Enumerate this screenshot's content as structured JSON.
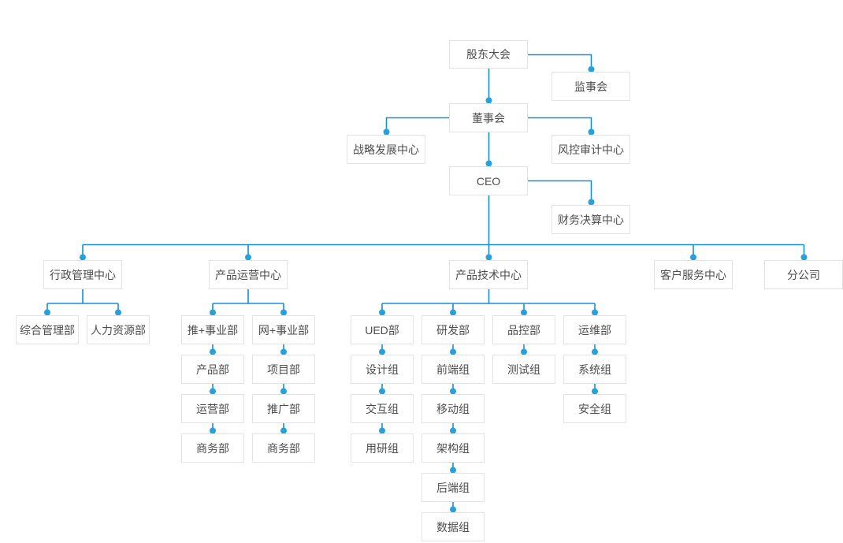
{
  "colors": {
    "line": "#1591d1",
    "dot": "#25a2db",
    "node_border": "#e3e3e3",
    "node_bg": "#ffffff",
    "node_text": "#4d4d4d",
    "page_bg": "#ffffff"
  },
  "org": {
    "nodes": {
      "shareholders_meeting": {
        "label": "股东大会"
      },
      "supervisory_board": {
        "label": "监事会"
      },
      "board_of_directors": {
        "label": "董事会"
      },
      "strategy_center": {
        "label": "战略发展中心"
      },
      "risk_audit_center": {
        "label": "风控审计中心"
      },
      "ceo": {
        "label": "CEO"
      },
      "finance_center": {
        "label": "财务决算中心"
      },
      "admin_center": {
        "label": "行政管理中心"
      },
      "general_mgmt_dept": {
        "label": "综合管理部"
      },
      "hr_dept": {
        "label": "人力资源部"
      },
      "product_ops_center": {
        "label": "产品运营中心"
      },
      "tui_division": {
        "label": "推+事业部"
      },
      "product_dept": {
        "label": "产品部"
      },
      "operations_dept": {
        "label": "运营部"
      },
      "business_dept_tui": {
        "label": "商务部"
      },
      "wang_division": {
        "label": "网+事业部"
      },
      "project_dept": {
        "label": "项目部"
      },
      "promotion_dept": {
        "label": "推广部"
      },
      "business_dept_wang": {
        "label": "商务部"
      },
      "product_tech_center": {
        "label": "产品技术中心"
      },
      "ued_dept": {
        "label": "UED部"
      },
      "design_group": {
        "label": "设计组"
      },
      "interaction_group": {
        "label": "交互组"
      },
      "user_research_group": {
        "label": "用研组"
      },
      "rd_dept": {
        "label": "研发部"
      },
      "frontend_group": {
        "label": "前端组"
      },
      "mobile_group": {
        "label": "移动组"
      },
      "architecture_group": {
        "label": "架构组"
      },
      "backend_group": {
        "label": "后端组"
      },
      "data_group": {
        "label": "数据组"
      },
      "qc_dept": {
        "label": "品控部"
      },
      "testing_group": {
        "label": "测试组"
      },
      "om_dept": {
        "label": "运维部"
      },
      "system_group": {
        "label": "系统组"
      },
      "security_group": {
        "label": "安全组"
      },
      "customer_service_center": {
        "label": "客户服务中心"
      },
      "branch_company": {
        "label": "分公司"
      }
    },
    "structure": {
      "shareholders_meeting": [
        "supervisory_board",
        "board_of_directors"
      ],
      "board_of_directors": [
        "strategy_center",
        "risk_audit_center",
        "ceo"
      ],
      "ceo": [
        "finance_center",
        "admin_center",
        "product_ops_center",
        "product_tech_center",
        "customer_service_center",
        "branch_company"
      ],
      "admin_center": [
        "general_mgmt_dept",
        "hr_dept"
      ],
      "product_ops_center": [
        "tui_division",
        "wang_division"
      ],
      "tui_division": [
        "product_dept"
      ],
      "product_dept": [
        "operations_dept"
      ],
      "operations_dept": [
        "business_dept_tui"
      ],
      "wang_division": [
        "project_dept"
      ],
      "project_dept": [
        "promotion_dept"
      ],
      "promotion_dept": [
        "business_dept_wang"
      ],
      "product_tech_center": [
        "ued_dept",
        "rd_dept",
        "qc_dept",
        "om_dept"
      ],
      "ued_dept": [
        "design_group"
      ],
      "design_group": [
        "interaction_group"
      ],
      "interaction_group": [
        "user_research_group"
      ],
      "rd_dept": [
        "frontend_group"
      ],
      "frontend_group": [
        "mobile_group"
      ],
      "mobile_group": [
        "architecture_group"
      ],
      "architecture_group": [
        "backend_group"
      ],
      "backend_group": [
        "data_group"
      ],
      "qc_dept": [
        "testing_group"
      ],
      "om_dept": [
        "system_group"
      ],
      "system_group": [
        "security_group"
      ]
    }
  }
}
